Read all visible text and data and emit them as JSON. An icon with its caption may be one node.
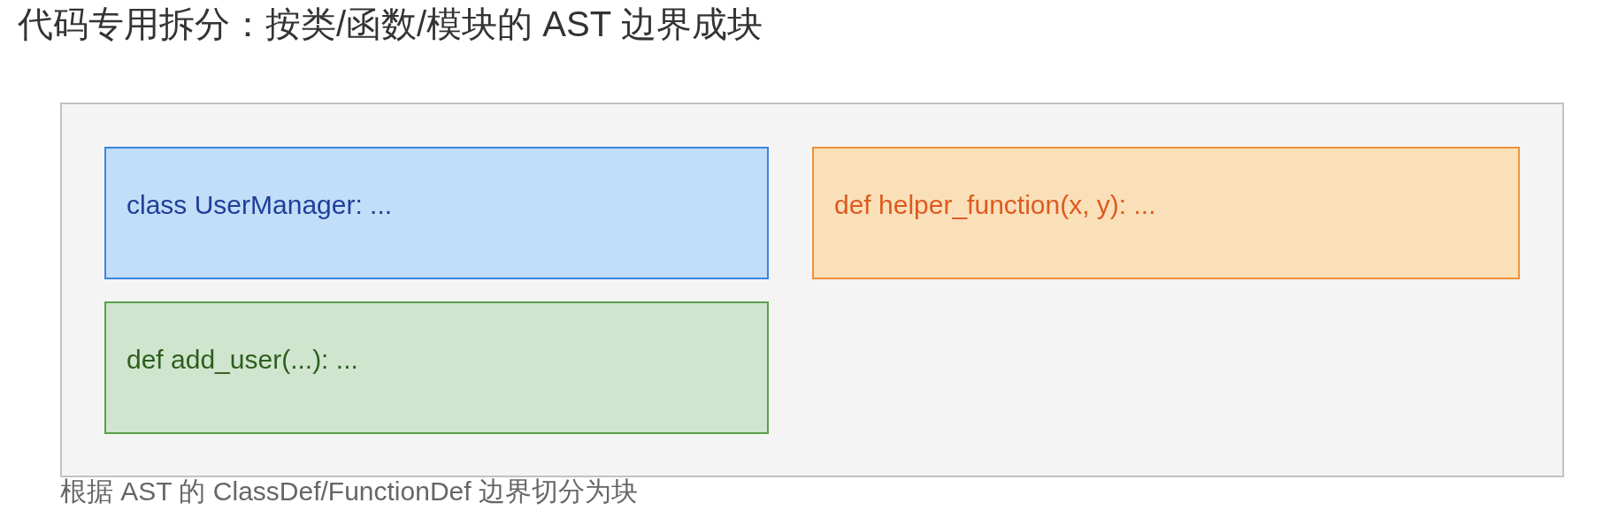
{
  "diagram": {
    "title": "代码专用拆分：按类/函数/模块的 AST 边界成块",
    "nodes": [
      {
        "text": [],
        "shape": "box"
      },
      {
        "text": [
          "class UserManager: ..."
        ],
        "in": 0
      },
      {
        "text": [
          "def helper_function(x, y): ..."
        ],
        "in": 0
      },
      {
        "text": [
          "def add_user(...): ..."
        ],
        "in": 0
      }
    ],
    "caption": "根据 AST 的 ClassDef/FunctionDef 边界切分为块"
  }
}
